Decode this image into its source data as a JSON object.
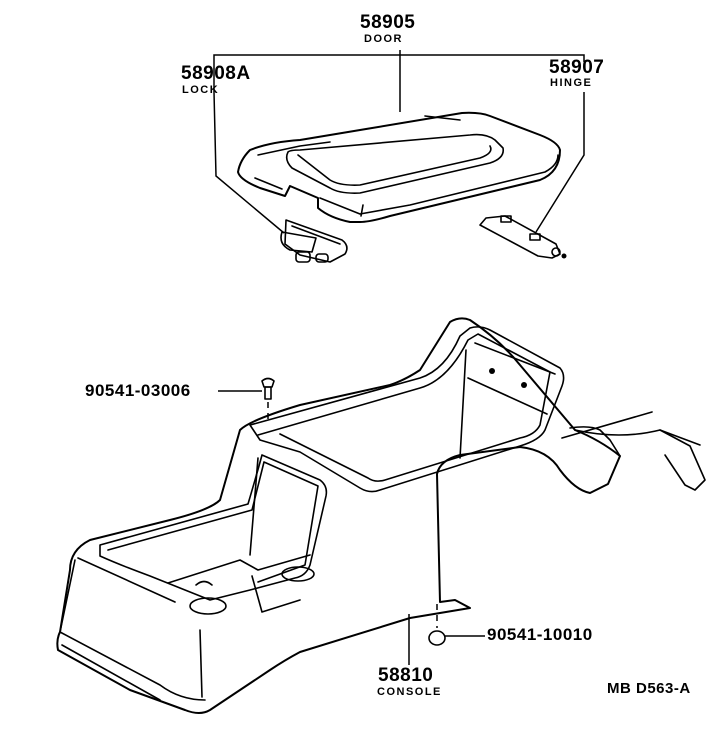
{
  "diagram": {
    "reference_code": "MB D563-A",
    "colors": {
      "line": "#000000",
      "background": "#ffffff"
    },
    "parts": [
      {
        "part_number": "58905",
        "name": "DOOR"
      },
      {
        "part_number": "58908A",
        "name": "LOCK"
      },
      {
        "part_number": "58907",
        "name": "HINGE"
      },
      {
        "part_number": "90541-03006",
        "name": ""
      },
      {
        "part_number": "90541-10010",
        "name": ""
      },
      {
        "part_number": "58810",
        "name": "CONSOLE"
      }
    ]
  }
}
